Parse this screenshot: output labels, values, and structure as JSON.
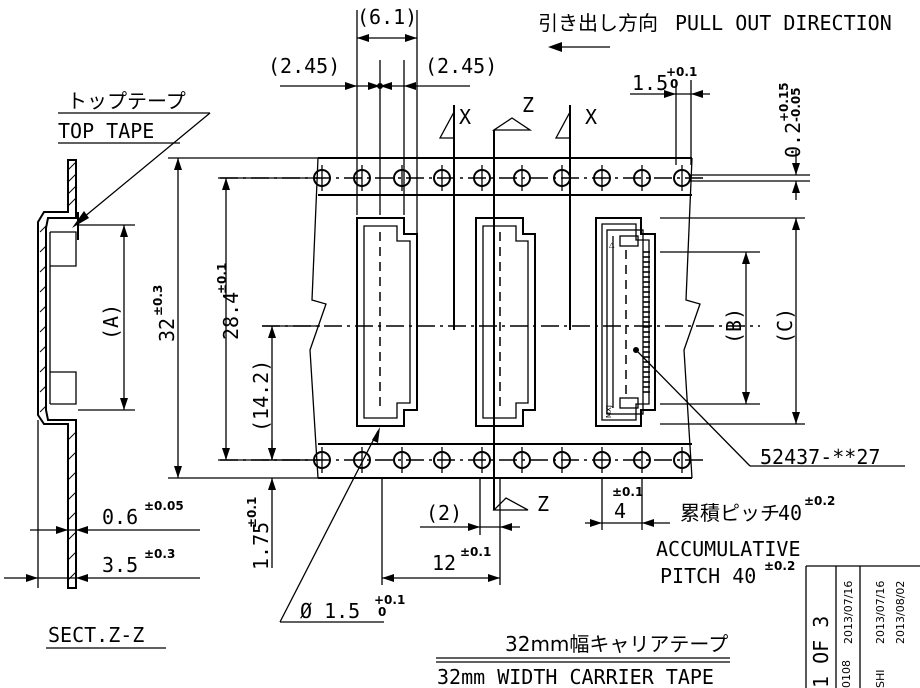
{
  "direction": {
    "jp": "引き出し方向",
    "en": "PULL OUT DIRECTION"
  },
  "top_tape": {
    "jp": "トップテープ",
    "en": "TOP TAPE"
  },
  "section_marks": {
    "x_left": "X",
    "z": "Z",
    "x_right": "X",
    "z_bottom": "Z"
  },
  "dims": {
    "d_6_1": "(6.1)",
    "d_2_45_left": "(2.45)",
    "d_2_45_right": "(2.45)",
    "d_1_5": "1.5",
    "d_1_5_tol_plus": "+0.1",
    "d_1_5_tol_minus": "0",
    "d_0_2": "0.2",
    "d_0_2_tol_plus": "+0.15",
    "d_0_2_tol_minus": "-0.05",
    "d_32": "32",
    "d_32_tol": "±0.3",
    "d_28_4": "28.4",
    "d_28_4_tol": "±0.1",
    "d_14_2": "(14.2)",
    "d_A": "(A)",
    "d_B": "(B)",
    "d_C": "(C)",
    "d_1_75": "1.75",
    "d_1_75_tol": "±0.1",
    "d_2": "(2)",
    "d_12": "12",
    "d_12_tol": "±0.1",
    "d_4": "4",
    "d_4_tol": "±0.1",
    "d_0_6": "0.6",
    "d_0_6_tol": "±0.05",
    "d_3_5": "3.5",
    "d_3_5_tol": "±0.3",
    "hole": "Ø 1.5",
    "hole_tol_plus": "+0.1",
    "hole_tol_minus": "0"
  },
  "part_number": "52437-**27",
  "accumulative": {
    "jp": "累積ピッチ",
    "val": "40",
    "tol": "±0.2",
    "en1": "ACCUMULATIVE",
    "en2": "PITCH 40",
    "en2_tol": "±0.2"
  },
  "section_label": "SECT.Z-Z",
  "carrier_tape": {
    "jp": "32mm幅キャリアテープ",
    "en": "32mm  WIDTH CARRIER TAPE"
  },
  "title_block": {
    "sheet": "1 OF 3",
    "code": "0108",
    "date1": "2013/07/16",
    "date2": "2013/07/16",
    "date3": "2013/08/02",
    "name": "SHI"
  },
  "part_marks": {
    "top": "△",
    "bottom": "MXJ"
  }
}
